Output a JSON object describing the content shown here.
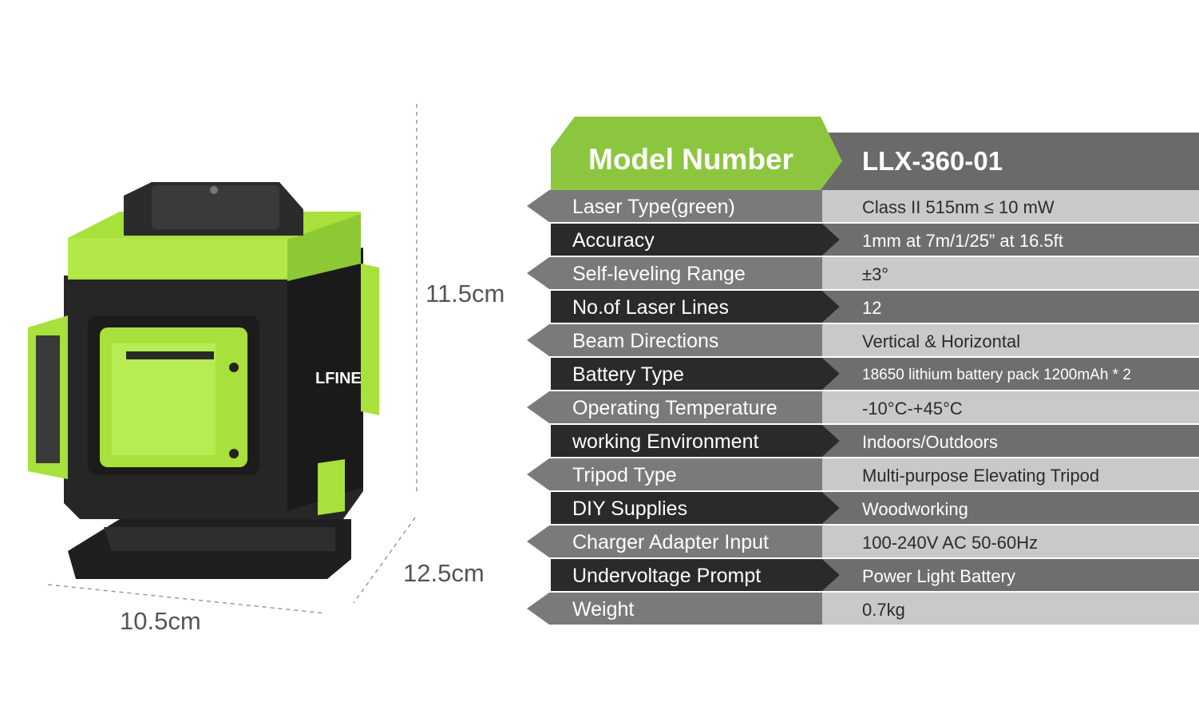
{
  "dimensions": {
    "height": "11.5cm",
    "depth": "12.5cm",
    "width": "10.5cm"
  },
  "product": {
    "logo": "LFINE"
  },
  "spec": {
    "model_label": "Model Number",
    "model_value": "LLX-360-01",
    "rows": [
      {
        "label": "Laser Type(green)",
        "value": "Class II 515nm ≤ 10 mW"
      },
      {
        "label": "Accuracy",
        "value": "1mm at 7m/1/25” at 16.5ft"
      },
      {
        "label": "Self-leveling Range",
        "value": "±3°"
      },
      {
        "label": "No.of Laser Lines",
        "value": "12"
      },
      {
        "label": "Beam Directions",
        "value": "Vertical & Horizontal"
      },
      {
        "label": "Battery Type",
        "value": "18650 lithium battery pack 1200mAh * 2"
      },
      {
        "label": "Operating Temperature",
        "value": "-10°C-+45°C"
      },
      {
        "label": "working Environment",
        "value": "Indoors/Outdoors"
      },
      {
        "label": "Tripod Type",
        "value": "Multi-purpose Elevating Tripod"
      },
      {
        "label": "DIY Supplies",
        "value": "Woodworking"
      },
      {
        "label": "Charger Adapter Input",
        "value": "100-240V AC 50-60Hz"
      },
      {
        "label": "Undervoltage Prompt",
        "value": "Power Light Battery"
      },
      {
        "label": "Weight",
        "value": "0.7kg"
      }
    ]
  },
  "colors": {
    "accent_green": "#8cc63f",
    "body_green": "#a8e03c",
    "row_light_left": "#7a7a7a",
    "row_light_right": "#c9c9c9",
    "row_dark_left": "#2a2a2a",
    "row_dark_right": "#6e6e6e",
    "header_right": "#6a6a6a"
  }
}
